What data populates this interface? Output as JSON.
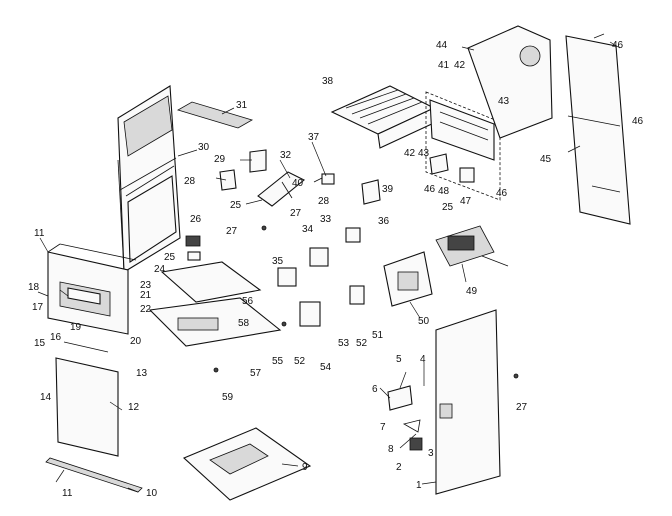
{
  "callouts": [
    {
      "id": "c1",
      "text": "1"
    },
    {
      "id": "c2",
      "text": "2"
    },
    {
      "id": "c3",
      "text": "3"
    },
    {
      "id": "c4",
      "text": "4"
    },
    {
      "id": "c5",
      "text": "5"
    },
    {
      "id": "c6",
      "text": "6"
    },
    {
      "id": "c7",
      "text": "7"
    },
    {
      "id": "c8",
      "text": "8"
    },
    {
      "id": "c9",
      "text": "9"
    },
    {
      "id": "c10",
      "text": "10"
    },
    {
      "id": "c11a",
      "text": "11"
    },
    {
      "id": "c11b",
      "text": "11"
    },
    {
      "id": "c12",
      "text": "12"
    },
    {
      "id": "c13",
      "text": "13"
    },
    {
      "id": "c14",
      "text": "14"
    },
    {
      "id": "c15",
      "text": "15"
    },
    {
      "id": "c16",
      "text": "16"
    },
    {
      "id": "c17",
      "text": "17"
    },
    {
      "id": "c18",
      "text": "18"
    },
    {
      "id": "c19",
      "text": "19"
    },
    {
      "id": "c20",
      "text": "20"
    },
    {
      "id": "c21",
      "text": "21"
    },
    {
      "id": "c22",
      "text": "22"
    },
    {
      "id": "c23",
      "text": "23"
    },
    {
      "id": "c24",
      "text": "24"
    },
    {
      "id": "c25a",
      "text": "25"
    },
    {
      "id": "c25b",
      "text": "25"
    },
    {
      "id": "c25c",
      "text": "25"
    },
    {
      "id": "c26",
      "text": "26"
    },
    {
      "id": "c27a",
      "text": "27"
    },
    {
      "id": "c27b",
      "text": "27"
    },
    {
      "id": "c27c",
      "text": "27"
    },
    {
      "id": "c28a",
      "text": "28"
    },
    {
      "id": "c28b",
      "text": "28"
    },
    {
      "id": "c29",
      "text": "29"
    },
    {
      "id": "c30",
      "text": "30"
    },
    {
      "id": "c31",
      "text": "31"
    },
    {
      "id": "c32",
      "text": "32"
    },
    {
      "id": "c33",
      "text": "33"
    },
    {
      "id": "c34",
      "text": "34"
    },
    {
      "id": "c35",
      "text": "35"
    },
    {
      "id": "c36",
      "text": "36"
    },
    {
      "id": "c37",
      "text": "37"
    },
    {
      "id": "c38",
      "text": "38"
    },
    {
      "id": "c39",
      "text": "39"
    },
    {
      "id": "c40",
      "text": "40"
    },
    {
      "id": "c41",
      "text": "41"
    },
    {
      "id": "c42a",
      "text": "42"
    },
    {
      "id": "c42b",
      "text": "42"
    },
    {
      "id": "c43a",
      "text": "43"
    },
    {
      "id": "c43b",
      "text": "43"
    },
    {
      "id": "c44",
      "text": "44"
    },
    {
      "id": "c45",
      "text": "45"
    },
    {
      "id": "c46a",
      "text": "46"
    },
    {
      "id": "c46b",
      "text": "46"
    },
    {
      "id": "c46c",
      "text": "46"
    },
    {
      "id": "c46d",
      "text": "46"
    },
    {
      "id": "c47",
      "text": "47"
    },
    {
      "id": "c48",
      "text": "48"
    },
    {
      "id": "c49",
      "text": "49"
    },
    {
      "id": "c50",
      "text": "50"
    },
    {
      "id": "c51",
      "text": "51"
    },
    {
      "id": "c52a",
      "text": "52"
    },
    {
      "id": "c52b",
      "text": "52"
    },
    {
      "id": "c53",
      "text": "53"
    },
    {
      "id": "c54",
      "text": "54"
    },
    {
      "id": "c55",
      "text": "55"
    },
    {
      "id": "c56",
      "text": "56"
    },
    {
      "id": "c57",
      "text": "57"
    },
    {
      "id": "c58",
      "text": "58"
    },
    {
      "id": "c59",
      "text": "59"
    }
  ]
}
